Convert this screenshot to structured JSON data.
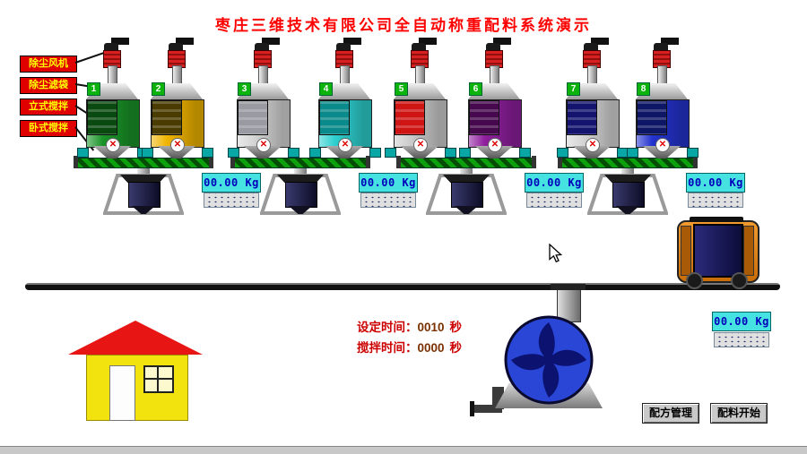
{
  "title": "枣庄三维技术有限公司全自动称重配料系统演示",
  "left_labels": [
    "除尘风机",
    "除尘滤袋",
    "立式搅拌",
    "卧式搅拌"
  ],
  "icons": {
    "valve_cross": "✕"
  },
  "hoppers": [
    {
      "number": "1",
      "body": "#1a9428",
      "inner": "#0a4a10"
    },
    {
      "number": "2",
      "body": "#f0b400",
      "inner": "#4a3c00"
    },
    {
      "number": "3",
      "body": "#d6d6d6",
      "inner": "#9a9aa2"
    },
    {
      "number": "4",
      "body": "#2ecfcf",
      "inner": "#0a8a8a"
    },
    {
      "number": "5",
      "body": "#cccccc",
      "inner": "#cf1414"
    },
    {
      "number": "6",
      "body": "#8f1f9e",
      "inner": "#46094e"
    },
    {
      "number": "7",
      "body": "#d6d6d6",
      "inner": "#14146e"
    },
    {
      "number": "8",
      "body": "#2433cf",
      "inner": "#0e1666"
    }
  ],
  "stations": [
    {
      "scale": "00.00 Kg"
    },
    {
      "scale": "00.00 Kg"
    },
    {
      "scale": "00.00 Kg"
    },
    {
      "scale": "00.00 Kg"
    }
  ],
  "timers": {
    "set_label": "设定时间：",
    "set_value": "0010",
    "set_unit": "秒",
    "mix_label": "搅拌时间：",
    "mix_value": "0000",
    "mix_unit": "秒"
  },
  "right_scale": {
    "value": "00.00 Kg"
  },
  "buttons": {
    "recipe": "配方管理",
    "start": "配料开始"
  },
  "colors": {
    "title": "#ff0000",
    "label_bg": "#e00000",
    "label_text": "#ffff00",
    "display_bg": "#46e2e2",
    "display_text": "#0000bb",
    "badge_bg": "#0db30d"
  }
}
